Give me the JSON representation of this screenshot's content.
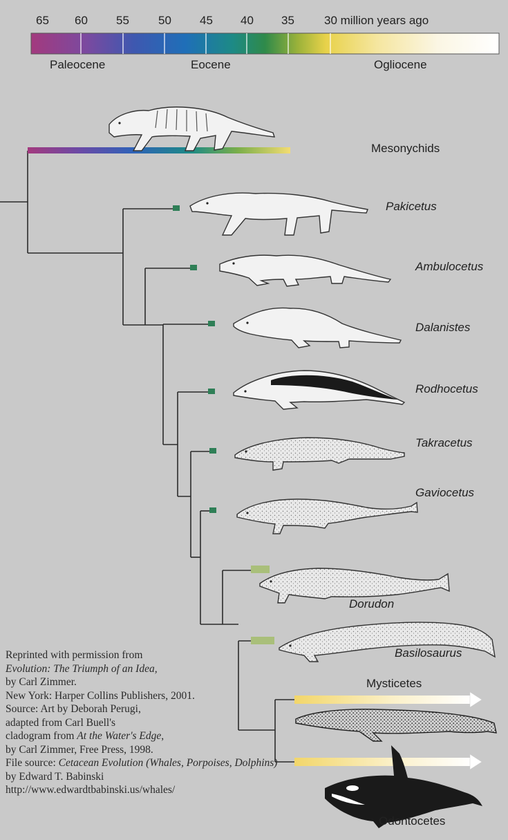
{
  "timescale": {
    "ticks": [
      "65",
      "60",
      "55",
      "50",
      "45",
      "40",
      "35",
      "30 million years ago"
    ],
    "epochs": [
      "Paleocene",
      "Eocene",
      "Ogliocene"
    ],
    "gradient": [
      "#a33a7e",
      "#7a4aa0",
      "#3e58b0",
      "#1f6fb8",
      "#1d8a86",
      "#2f8a4a",
      "#9bb23a",
      "#e8d24a",
      "#f5e6a0",
      "#fbf6e4",
      "#ffffff"
    ]
  },
  "taxa": [
    {
      "label": "Mesonychids",
      "italic": false
    },
    {
      "label": "Pakicetus",
      "italic": true
    },
    {
      "label": "Ambulocetus",
      "italic": true
    },
    {
      "label": "Dalanistes",
      "italic": true
    },
    {
      "label": "Rodhocetus",
      "italic": true
    },
    {
      "label": "Takracetus",
      "italic": true
    },
    {
      "label": "Gaviocetus",
      "italic": true
    },
    {
      "label": "Dorudon",
      "italic": true
    },
    {
      "label": "Basilosaurus",
      "italic": true
    },
    {
      "label": "Mysticetes",
      "italic": false
    },
    {
      "label": "Odontocetes",
      "italic": false
    }
  ],
  "credit": {
    "line1": "Reprinted with permission from",
    "line2": "Evolution: The Triumph of an Idea,",
    "line3": "by Carl Zimmer.",
    "line4": "New York: Harper Collins Publishers, 2001.",
    "line5": "Source: Art by Deborah Perugi,",
    "line6": "adapted from Carl Buell's",
    "line7a": "cladogram from ",
    "line7b": "At the Water's Edge",
    "line7c": ",",
    "line8": "by Carl Zimmer, Free Press, 1998.",
    "line9a": "File source: ",
    "line9b": "Cetacean Evolution (Whales, Porpoises, Dolphins)",
    "line10": "by Edward T. Babinski",
    "line11": "http://www.edwardtbabinski.us/whales/"
  },
  "colors": {
    "background": "#c9c9c9",
    "tree_line": "#2b2b2b",
    "marker_dark": "#2f7f57",
    "marker_light": "#a9bf7a",
    "arrow_start": "#f2d66a",
    "animal_fill": "#f2f2f2",
    "animal_dark": "#1a1a1a"
  }
}
